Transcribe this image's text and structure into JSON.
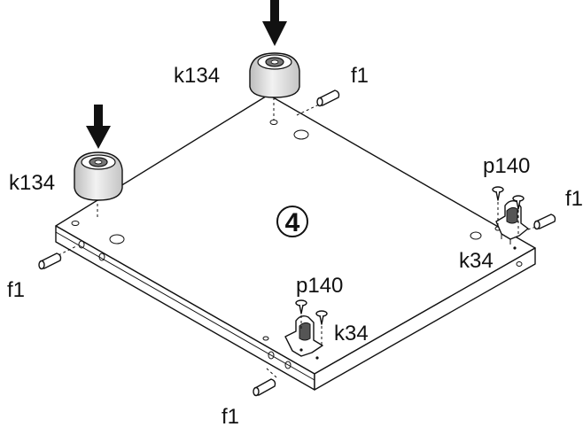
{
  "step_number": "4",
  "labels": {
    "foot_label_left": "k134",
    "foot_label_back": "k134",
    "dowel_label_back": "f1",
    "dowel_label_left": "f1",
    "dowel_label_right": "f1",
    "dowel_label_front": "f1",
    "screw_label_right": "p140",
    "screw_label_front": "p140",
    "clip_label_right": "k34",
    "clip_label_front": "k34"
  },
  "colors": {
    "line": "#111111",
    "background": "#ffffff",
    "foot_fill": "#e6e6e6"
  }
}
